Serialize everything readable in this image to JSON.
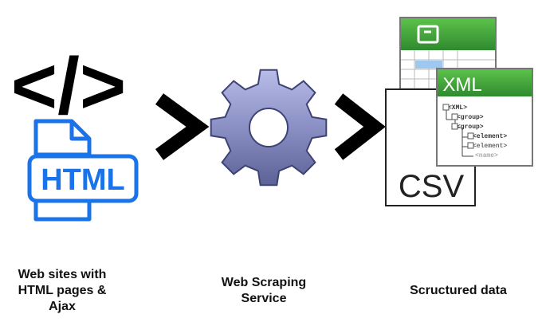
{
  "diagram": {
    "source": {
      "code_symbol": "</>",
      "file_label": "HTML",
      "caption_lines": [
        "Web sites with",
        "HTML pages &",
        "Ajax"
      ]
    },
    "service": {
      "caption_lines": [
        "Web Scraping",
        "Service"
      ]
    },
    "output": {
      "xml_label": "XML",
      "csv_label": "CSV",
      "xml_tree": [
        "<XML>",
        "<group>",
        "<group>",
        "<element>",
        "<element>",
        "<name>"
      ],
      "caption": "Scructured data"
    }
  },
  "colors": {
    "html_blue": "#1a73e8",
    "gear_fill": "#8a8fc4",
    "sheet_green": "#2e9e3e",
    "xml_green": "#4fae3f",
    "arrow": "#000000"
  }
}
